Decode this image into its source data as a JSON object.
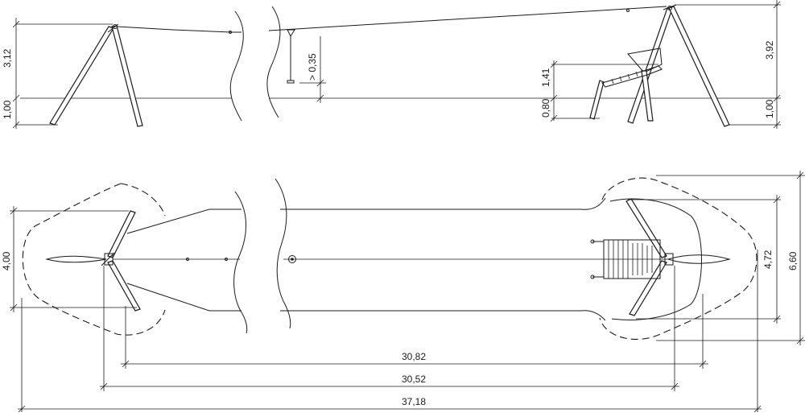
{
  "side_view": {
    "left_height": "3,12",
    "left_base": "1,00",
    "clearance": "> 0,35",
    "right_height": "3,92",
    "right_base": "1,00",
    "seat_height": "1,41",
    "seat_base": "0,80"
  },
  "plan_view": {
    "width_left": "4,00",
    "width_right_inner": "4,72",
    "width_right_outer": "6,60",
    "length_1": "30,82",
    "length_2": "30,52",
    "length_total": "37,18"
  }
}
